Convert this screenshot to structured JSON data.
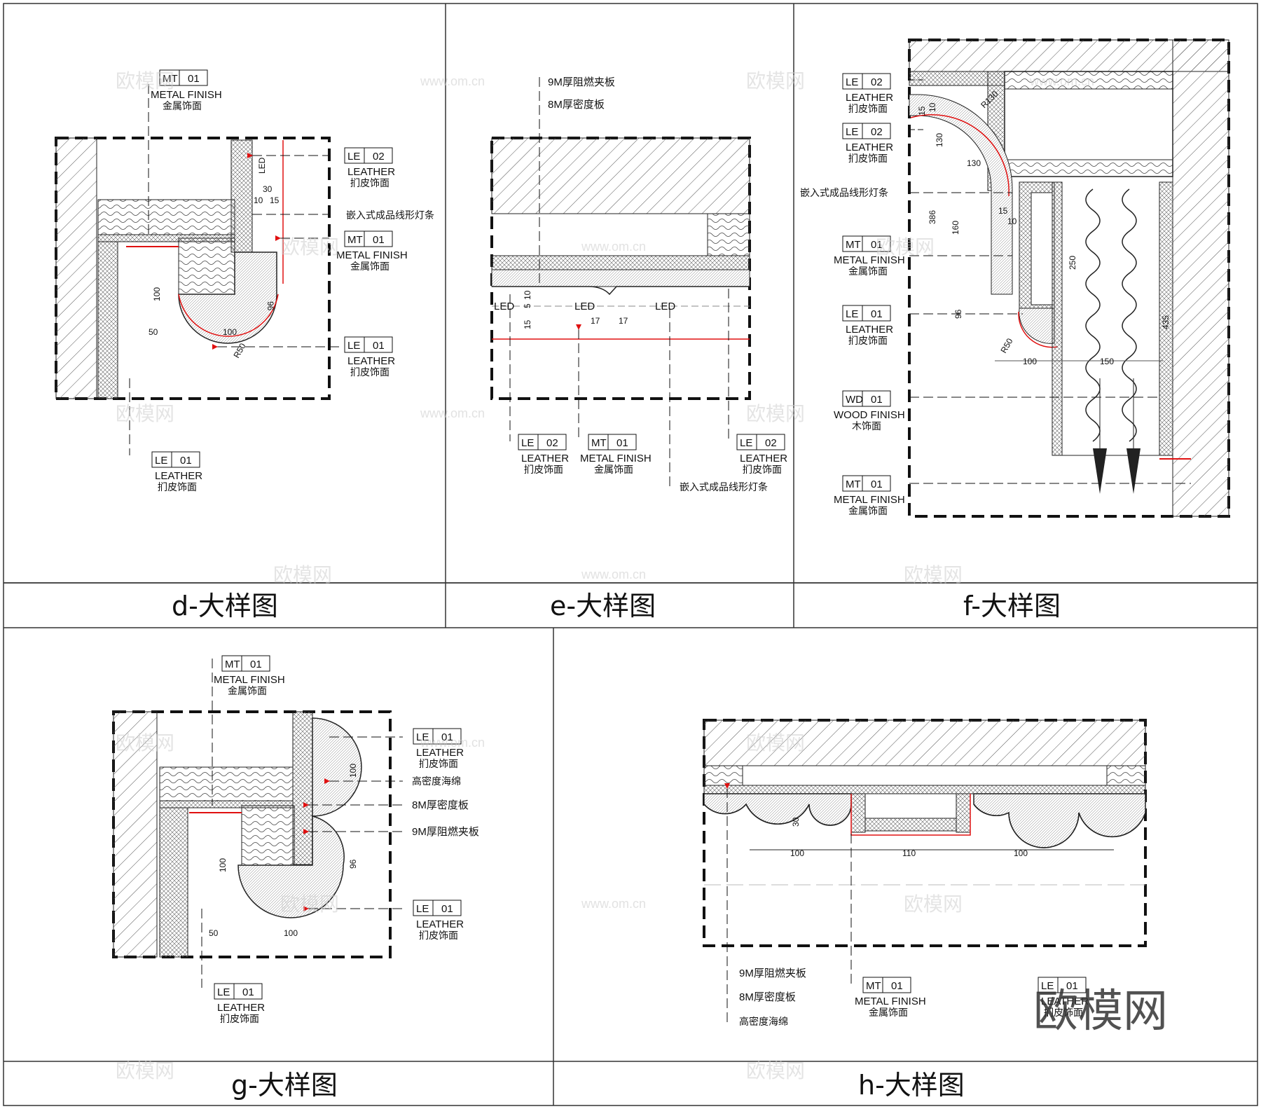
{
  "captions": {
    "d": "d-大样图",
    "e": "e-大样图",
    "f": "f-大样图",
    "g": "g-大样图",
    "h": "h-大样图"
  },
  "codes": {
    "le02": [
      "LE",
      "02"
    ],
    "le01": [
      "LE",
      "01"
    ],
    "mt01": [
      "MT",
      "01"
    ],
    "wd01": [
      "WD",
      "01"
    ]
  },
  "labels": {
    "leather": "LEATHER",
    "leather_cn": "扪皮饰面",
    "metal": "METAL FINISH",
    "metal_cn": "金属饰面",
    "wood": "WOOD FINISH",
    "wood_cn": "木饰面",
    "led_strip": "嵌入式成品线形灯条",
    "ply9": "9M厚阻燃夹板",
    "mdf8": "8M厚密度板",
    "foam": "高密度海绵",
    "led": "LED"
  },
  "dims": {
    "d": [
      "30",
      "10",
      "15",
      "100",
      "50",
      "100",
      "96",
      "R50"
    ],
    "e": [
      "10",
      "5",
      "15",
      "17",
      "17"
    ],
    "f": [
      "15",
      "10",
      "130",
      "R130",
      "130",
      "386",
      "160",
      "15",
      "10",
      "250",
      "96",
      "435",
      "R50",
      "100",
      "150"
    ],
    "g": [
      "100",
      "100",
      "96",
      "50",
      "100"
    ],
    "h": [
      "30",
      "100",
      "110",
      "100"
    ]
  },
  "watermark": {
    "cn": "欧模网",
    "url": "www.om.cn"
  }
}
